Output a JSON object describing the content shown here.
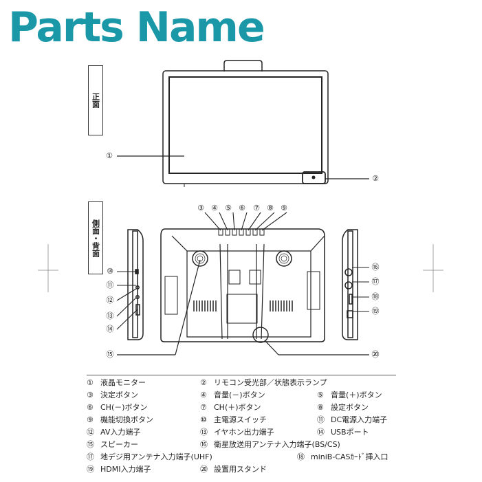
{
  "title": "Parts Name",
  "colors": {
    "title": "#1a98a8",
    "line": "#222222",
    "panel": "#ffffff"
  },
  "sections": {
    "front": "正面",
    "side_back": "側面・背面"
  },
  "callouts": [
    "①",
    "②",
    "③",
    "④",
    "⑤",
    "⑥",
    "⑦",
    "⑧",
    "⑨",
    "⑩",
    "⑪",
    "⑫",
    "⑬",
    "⑭",
    "⑮",
    "⑯",
    "⑰",
    "⑱",
    "⑲",
    "⑳"
  ],
  "legend": [
    {
      "num": "①",
      "label": "液晶モニター"
    },
    {
      "num": "②",
      "label": "リモコン受光部／状態表示ランプ"
    },
    {
      "num": "③",
      "label": "決定ボタン"
    },
    {
      "num": "④",
      "label": "音量(－)ボタン"
    },
    {
      "num": "⑤",
      "label": "音量(＋)ボタン"
    },
    {
      "num": "⑥",
      "label": "CH(－)ボタン"
    },
    {
      "num": "⑦",
      "label": "CH(＋)ボタン"
    },
    {
      "num": "⑧",
      "label": "設定ボタン"
    },
    {
      "num": "⑨",
      "label": "機能切換ボタン"
    },
    {
      "num": "⑩",
      "label": "主電源スイッチ"
    },
    {
      "num": "⑪",
      "label": "DC電源入力端子"
    },
    {
      "num": "⑫",
      "label": "AV入力端子"
    },
    {
      "num": "⑬",
      "label": "イヤホン出力端子"
    },
    {
      "num": "⑭",
      "label": "USBポート"
    },
    {
      "num": "⑮",
      "label": "スピーカー"
    },
    {
      "num": "⑯",
      "label": "衛星放送用アンテナ入力端子(BS/CS)"
    },
    {
      "num": "⑰",
      "label": "地デジ用アンテナ入力端子(UHF)"
    },
    {
      "num": "⑱",
      "label": "miniB-CASｶｰﾄﾞ挿入口"
    },
    {
      "num": "⑲",
      "label": "HDMI入力端子"
    },
    {
      "num": "⑳",
      "label": "設置用スタンド"
    }
  ]
}
